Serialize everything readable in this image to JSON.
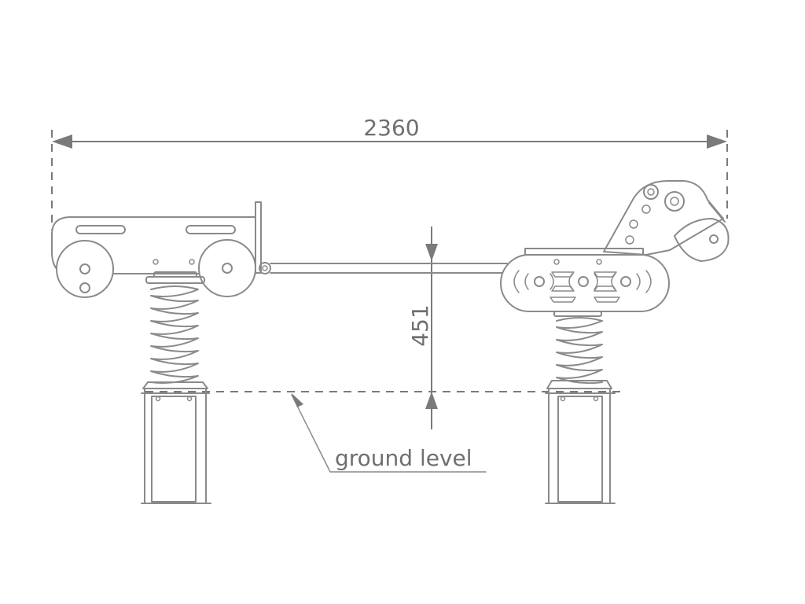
{
  "dimensions": {
    "overall_width": "2360",
    "spring_height": "451"
  },
  "annotations": {
    "ground": "ground level"
  },
  "colors": {
    "line": "#8a8a8a",
    "dimension": "#7a7a7a",
    "background": "#ffffff"
  }
}
